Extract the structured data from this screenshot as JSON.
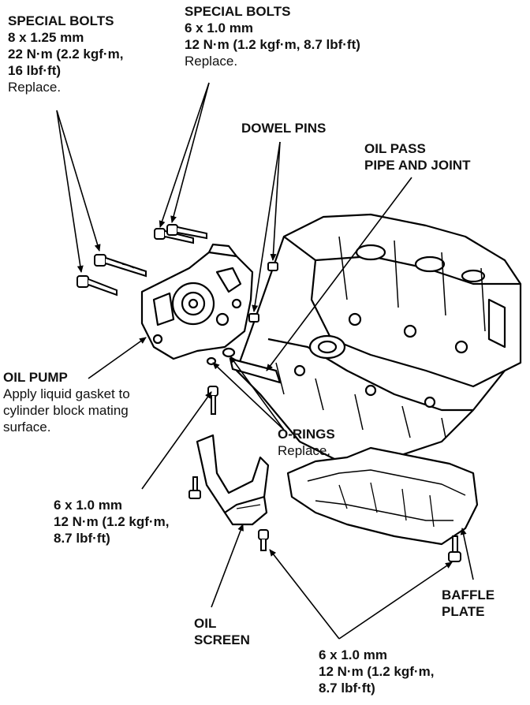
{
  "labels": {
    "special_bolts_left": {
      "title": "SPECIAL BOLTS",
      "size": "8 x 1.25 mm",
      "torque1": "22 N·m (2.2 kgf·m,",
      "torque2": "16 lbf·ft)",
      "note": "Replace."
    },
    "special_bolts_right": {
      "title": "SPECIAL BOLTS",
      "size": "6 x 1.0 mm",
      "torque": "12 N·m (1.2 kgf·m, 8.7 lbf·ft)",
      "note": "Replace."
    },
    "dowel_pins": "DOWEL PINS",
    "oil_pass": {
      "line1": "OIL PASS",
      "line2": "PIPE AND JOINT"
    },
    "oil_pump": {
      "title": "OIL PUMP",
      "note1": "Apply liquid gasket to",
      "note2": "cylinder block mating",
      "note3": "surface."
    },
    "o_rings": {
      "title": "O-RINGS",
      "note": "Replace."
    },
    "bolt_mid": {
      "size": "6 x 1.0 mm",
      "torque1": "12 N·m (1.2 kgf·m,",
      "torque2": "8.7 lbf·ft)"
    },
    "oil_screen": {
      "line1": "OIL",
      "line2": "SCREEN"
    },
    "baffle_plate": {
      "line1": "BAFFLE",
      "line2": "PLATE"
    },
    "bolt_bottom": {
      "size": "6 x 1.0 mm",
      "torque1": "12 N·m (1.2 kgf·m,",
      "torque2": "8.7 lbf·ft)"
    }
  }
}
